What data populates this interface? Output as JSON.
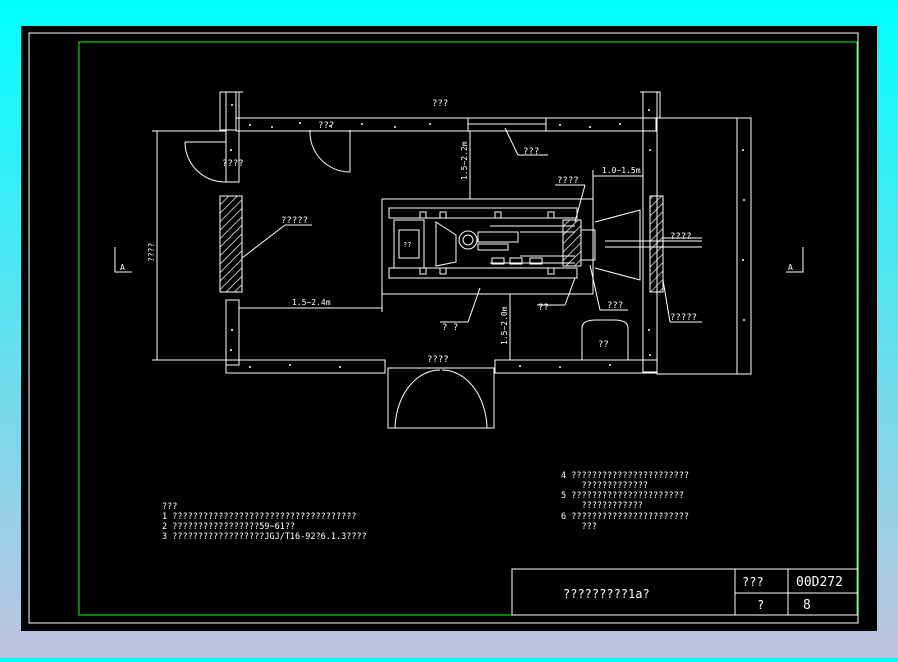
{
  "colors": {
    "background": "#000000",
    "outer_frame": "#ffffff",
    "inner_frame": "#00ff00",
    "drawing": "#ffffff",
    "page_top": "#00ffff",
    "page_bottom": "#bfc3de"
  },
  "labels": {
    "top_wall": "???",
    "top_door": "???",
    "window": "???",
    "door_left": "????",
    "left_unit": "?????",
    "dim_top_vertical": "1.5~2.2m",
    "cabinet": "????",
    "dim_right_clear": "1.0~1.5m",
    "right_cable": "????",
    "dim_left_horizontal": "1.5~2.4m",
    "vertical_dim_label": "????",
    "section_mark_left": "A",
    "section_mark_right": "A",
    "base": "??",
    "bottom_device": "???",
    "right_unit": "?????",
    "trench": "? ?",
    "dim_bottom_vertical": "1.5~2.0m",
    "small_box": "??",
    "bottom_wall": "????",
    "device_tag": "??"
  },
  "notes_left": {
    "heading": "???",
    "lines": [
      "1 ????????????????????????????????????",
      "2 ?????????????????59~61??",
      "3 ??????????????????JGJ/T16-92?6.1.3????"
    ]
  },
  "notes_right": {
    "lines": [
      "4 ???????????????????????",
      "    ?????????????",
      "5 ??????????????????????",
      "    ????????????",
      "6 ???????????????????????",
      "    ???"
    ]
  },
  "title_block": {
    "title": "?????????1a?",
    "label1": "???",
    "drawing_no": "00D272",
    "label2": "?",
    "page": "8"
  }
}
